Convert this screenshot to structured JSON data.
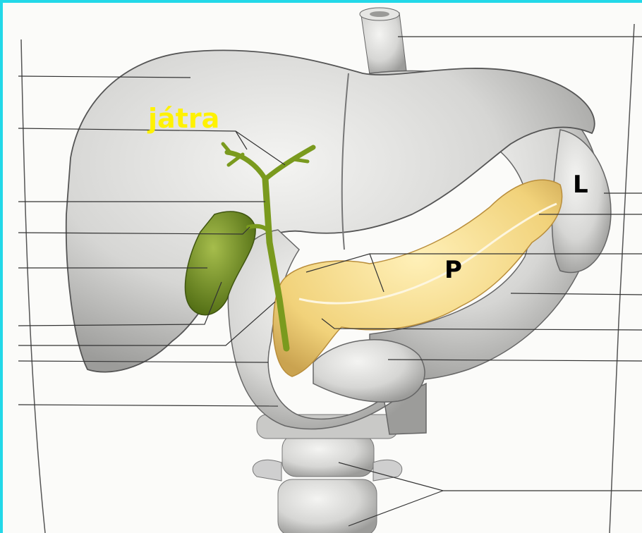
{
  "figure": {
    "labels": {
      "liver": "játra",
      "spleen": "L",
      "pancreas": "P"
    },
    "colors": {
      "frame_border": "#22d8e8",
      "organ_gray": "#d9d9d9",
      "gallbladder": "#6f8f22",
      "bile_duct": "#7a9a1e",
      "pancreas": "#f2d37c",
      "label_liver": "#fff200",
      "label_dark": "#000000"
    }
  }
}
